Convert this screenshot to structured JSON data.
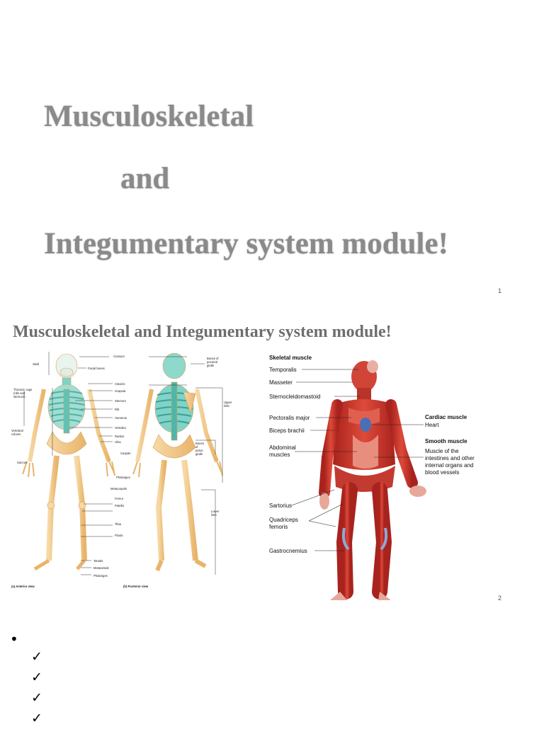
{
  "slide1": {
    "title_line1": "Musculoskeletal",
    "title_line2": "and",
    "title_line3": "Integumentary system module!",
    "page_number": "1"
  },
  "slide2": {
    "title": "Musculoskeletal and Integumentary system module!",
    "page_number": "2",
    "skeleton_figure": {
      "left_labels": [
        "Skull",
        "Thoracic cage",
        "(ribs and",
        "sternum)",
        "Vertebral",
        "column",
        "Sacrum"
      ],
      "center_labels": [
        "Cranium",
        "Facial bones",
        "Clavicle",
        "Scapula",
        "Sternum",
        "Rib",
        "Humerus",
        "Vertebra",
        "Radius",
        "Ulna",
        "Carpals",
        "Phalanges",
        "Metacarpals",
        "Femur",
        "Patella",
        "Tibia",
        "Fibula",
        "Tarsals",
        "Metatarsals",
        "Phalanges"
      ],
      "right_labels": [
        "Bones of",
        "pectoral",
        "girdle",
        "Upper",
        "limb",
        "Bones",
        "of",
        "pelvic",
        "girdle",
        "Lower",
        "limb"
      ],
      "captions": [
        "(a) Anterior view",
        "(b) Posterior view"
      ]
    },
    "muscle_figure": {
      "heading": "Skeletal muscle",
      "left_labels": [
        "Temporalis",
        "Masseter",
        "Sternocleidomastoid",
        "Pectoralis major",
        "Biceps brachii",
        "Abdominal",
        "muscles",
        "Sartorius",
        "Quadriceps",
        "femoris",
        "Gastrocnemius"
      ],
      "cardiac_heading": "Cardiac muscle",
      "cardiac_item": "Heart",
      "smooth_heading": "Smooth muscle",
      "smooth_lines": [
        "Muscle of the",
        "intestines and other",
        "internal organs and",
        "blood vessels"
      ]
    }
  },
  "slide3": {
    "bullet": "•",
    "checks": [
      "✓",
      "✓",
      "✓",
      "✓"
    ]
  },
  "colors": {
    "title_gray": "#8a8a8a",
    "bone": "#f0c98a",
    "bone_blue": "#7fd3c8",
    "muscle": "#c8312a",
    "muscle_light": "#e05a45"
  }
}
